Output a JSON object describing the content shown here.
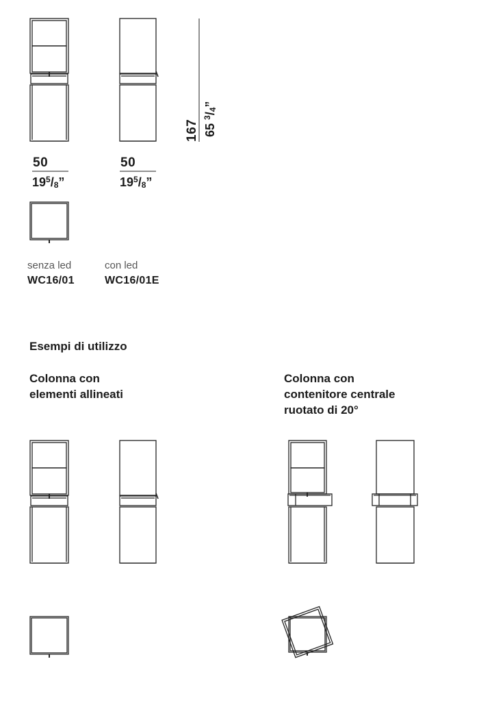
{
  "dimensions": {
    "width_cm": "50",
    "width_in_whole": "19",
    "width_in_num": "5",
    "width_in_den": "8",
    "width_in_unit": "”",
    "height_cm": "167",
    "height_in_whole": "65",
    "height_in_num": "3",
    "height_in_den": "4",
    "height_in_unit": "”"
  },
  "variants": [
    {
      "label": "senza led",
      "code": "WC16/01"
    },
    {
      "label": "con led",
      "code": "WC16/01E"
    }
  ],
  "examples": {
    "title": "Esempi di utilizzo",
    "aligned": {
      "line1": "Colonna con",
      "line2": "elementi allineati"
    },
    "rotated": {
      "line1": "Colonna con",
      "line2": "contenitore centrale",
      "line3": "ruotato di 20°"
    }
  },
  "colors": {
    "line": "#222222",
    "text": "#1a1a1a",
    "muted": "#555555"
  }
}
